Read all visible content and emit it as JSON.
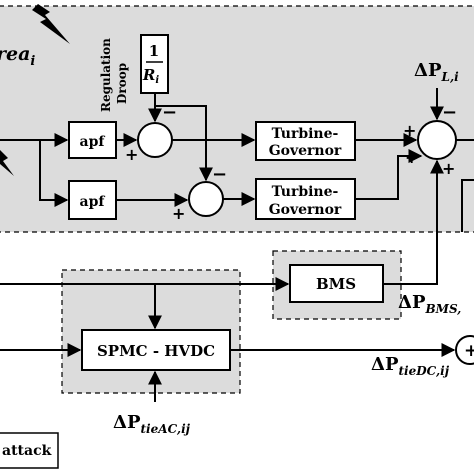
{
  "area_label": {
    "main": "rea",
    "sub": "i"
  },
  "regulation_label": {
    "line1": "Regulation",
    "line2": "Droop"
  },
  "droop_block": {
    "numerator": "1",
    "denominator_main": "R",
    "denominator_sub": "i"
  },
  "blocks": {
    "apf_top": "apf",
    "apf_bottom": "apf",
    "turbine_top": {
      "line1": "Turbine-",
      "line2": "Governor"
    },
    "turbine_bottom": {
      "line1": "Turbine-",
      "line2": "Governor"
    },
    "bms": "BMS",
    "spmc_hvdc": "SPMC - HVDC"
  },
  "signals": {
    "p_load": {
      "delta": "ΔP",
      "sub": "L,i"
    },
    "p_bms": {
      "delta": "ΔP",
      "sub": "BMS,"
    },
    "p_tie_dc": {
      "delta": "ΔP",
      "sub": "tieDC,ij"
    },
    "p_tie_ac": {
      "delta": "ΔP",
      "sub": "tieAC,ij"
    }
  },
  "signs": {
    "plus": "+",
    "minus": "−"
  },
  "legend": {
    "attack_label": "attack"
  },
  "colors": {
    "area_fill": "#dcdcdc",
    "stroke": "#000000",
    "background": "#ffffff"
  }
}
